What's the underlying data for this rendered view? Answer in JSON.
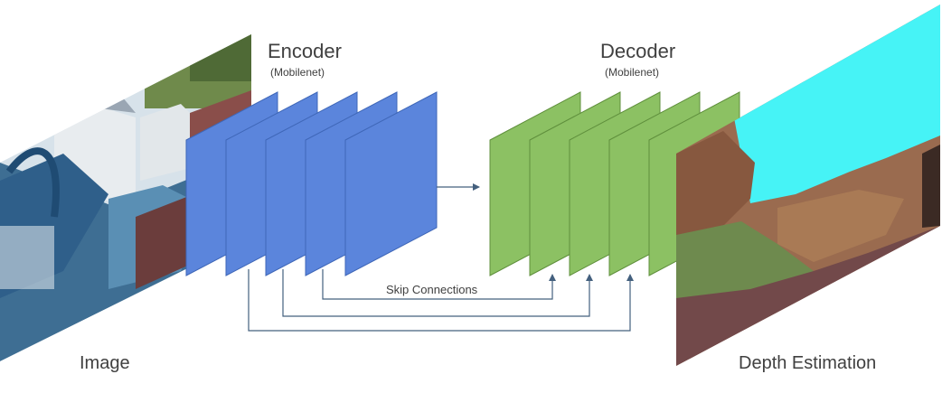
{
  "encoder": {
    "title": "Encoder",
    "subtitle": "(Mobilenet)",
    "color": "#5b85dc",
    "edge": "#3f67b8"
  },
  "decoder": {
    "title": "Decoder",
    "subtitle": "(Mobilenet)",
    "color": "#8cc163",
    "edge": "#5f8f3c"
  },
  "skip_label": "Skip Connections",
  "input_label": "Image",
  "output_label": "Depth Estimation",
  "line_color": "#44607e"
}
